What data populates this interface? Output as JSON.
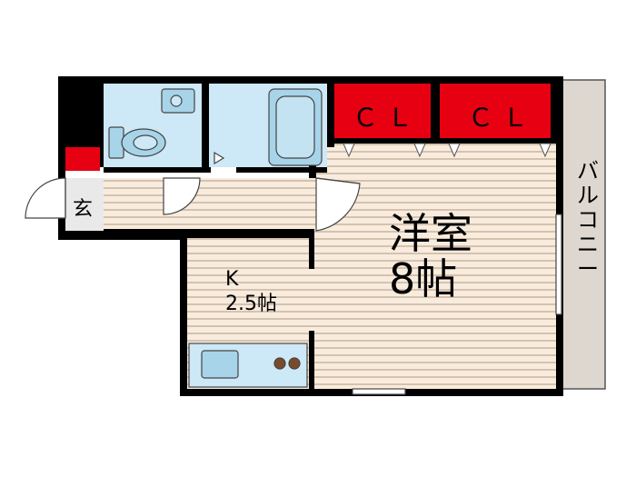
{
  "rooms": {
    "closet_left": "ＣＬ",
    "closet_right": "ＣＬ",
    "western_room": {
      "name": "洋室",
      "size": "8帖"
    },
    "kitchen": {
      "name": "K",
      "size": "2.5帖"
    },
    "entrance": "玄",
    "balcony": "バルコニー"
  },
  "colors": {
    "wall": "#000000",
    "closet": "#e60012",
    "wet_area": "#cde8f6",
    "fixture": "#a8d4ea",
    "floor": "#f8ecdf",
    "floor_stripe": "#d6c2ac",
    "balcony": "#ddd7cf",
    "stove": "#7a4a2a"
  }
}
